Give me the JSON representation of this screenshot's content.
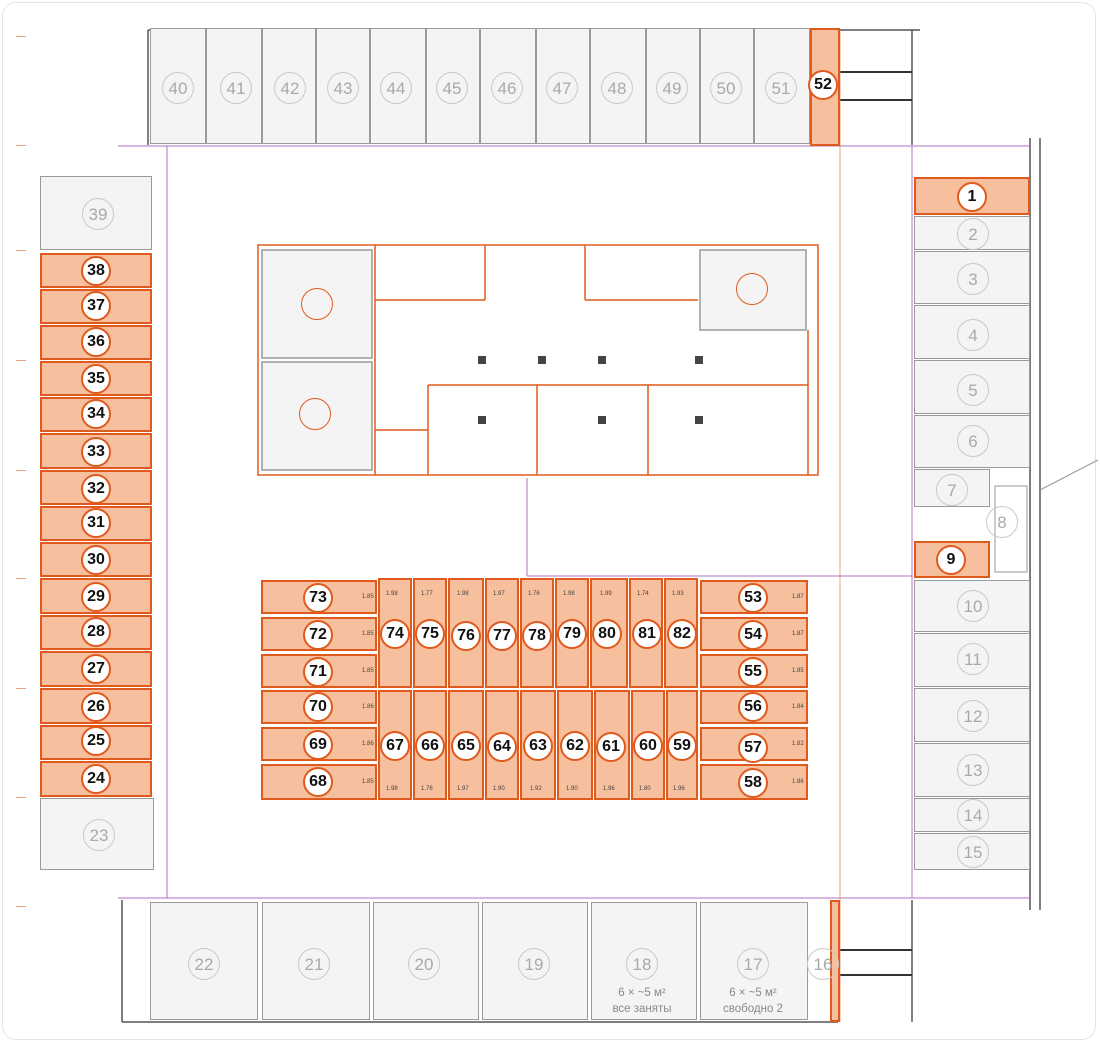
{
  "legend_colors": {
    "occupied": "#f6bf9d",
    "occupied_border": "#e05a1e",
    "free": "#f4f4f4"
  },
  "top_row": [
    "40",
    "41",
    "42",
    "43",
    "44",
    "45",
    "46",
    "47",
    "48",
    "49",
    "50",
    "51"
  ],
  "top_occupied": "52",
  "left_free_top": "39",
  "left_free_bottom": "23",
  "left_occupied": [
    "38",
    "37",
    "36",
    "35",
    "34",
    "33",
    "32",
    "31",
    "30",
    "29",
    "28",
    "27",
    "26",
    "25",
    "24"
  ],
  "right_units": [
    {
      "n": "1",
      "occ": true
    },
    {
      "n": "2",
      "occ": false
    },
    {
      "n": "3",
      "occ": false
    },
    {
      "n": "4",
      "occ": false
    },
    {
      "n": "5",
      "occ": false
    },
    {
      "n": "6",
      "occ": false
    },
    {
      "n": "7",
      "occ": false
    },
    {
      "n": "8",
      "occ": false
    },
    {
      "n": "9",
      "occ": true
    },
    {
      "n": "10",
      "occ": false
    },
    {
      "n": "11",
      "occ": false
    },
    {
      "n": "12",
      "occ": false
    },
    {
      "n": "13",
      "occ": false
    },
    {
      "n": "14",
      "occ": false
    },
    {
      "n": "15",
      "occ": false
    }
  ],
  "bottom_row": [
    {
      "n": "22",
      "note1": "",
      "note2": ""
    },
    {
      "n": "21",
      "note1": "",
      "note2": ""
    },
    {
      "n": "20",
      "note1": "",
      "note2": ""
    },
    {
      "n": "19",
      "note1": "",
      "note2": ""
    },
    {
      "n": "18",
      "note1": "6 × ~5 м²",
      "note2": "все заняты"
    },
    {
      "n": "17",
      "note1": "6 × ~5 м²",
      "note2": "свободно 2"
    }
  ],
  "bottom_corner": "16",
  "center_left": [
    {
      "n": "73",
      "size": "1.85"
    },
    {
      "n": "72",
      "size": "1.85"
    },
    {
      "n": "71",
      "size": "1.85"
    },
    {
      "n": "70",
      "size": "1.86"
    },
    {
      "n": "69",
      "size": "1.86"
    },
    {
      "n": "68",
      "size": "1.85"
    }
  ],
  "center_right": [
    {
      "n": "53",
      "size": "1.87"
    },
    {
      "n": "54",
      "size": "1.87"
    },
    {
      "n": "55",
      "size": "1.85"
    },
    {
      "n": "56",
      "size": "1.84"
    },
    {
      "n": "57",
      "size": "1.82"
    },
    {
      "n": "58",
      "size": "1.86"
    }
  ],
  "center_top": [
    {
      "n": "74",
      "size": "1.98"
    },
    {
      "n": "75",
      "size": "1.77"
    },
    {
      "n": "76",
      "size": "1.98"
    },
    {
      "n": "77",
      "size": "1.97"
    },
    {
      "n": "78",
      "size": "1.76"
    },
    {
      "n": "79",
      "size": "1.98"
    },
    {
      "n": "80",
      "size": "1.99"
    },
    {
      "n": "81",
      "size": "1.74"
    },
    {
      "n": "82",
      "size": "1.93"
    }
  ],
  "center_bottom": [
    {
      "n": "67",
      "size": "1.98"
    },
    {
      "n": "66",
      "size": "1.76"
    },
    {
      "n": "65",
      "size": "1.97"
    },
    {
      "n": "64",
      "size": "1.90"
    },
    {
      "n": "63",
      "size": "1.92"
    },
    {
      "n": "62",
      "size": "1.90"
    },
    {
      "n": "61",
      "size": "1.96"
    },
    {
      "n": "60",
      "size": "1.80"
    },
    {
      "n": "59",
      "size": "1.96"
    }
  ]
}
